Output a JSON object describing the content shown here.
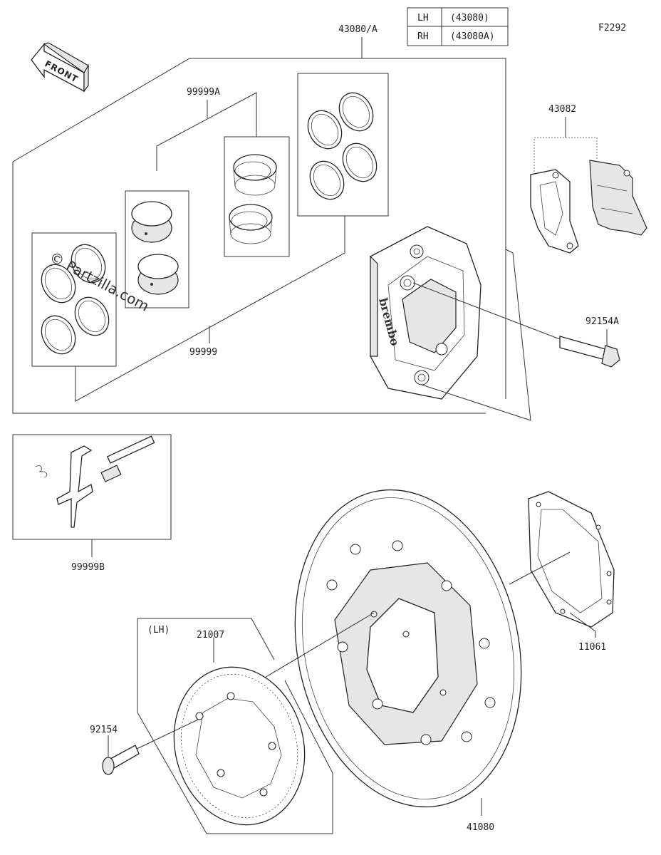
{
  "figure_code": "F2292",
  "front_label": "FRONT",
  "side_table": [
    {
      "side": "LH",
      "code": "(43080)"
    },
    {
      "side": "RH",
      "code": "(43080A)"
    }
  ],
  "labels": {
    "caliper_assembly": "43080/A",
    "seal_kit_a": "99999A",
    "piston_seal_kit": "99999",
    "pads": "43082",
    "caliper_bolt": "92154A",
    "pin_kit": "99999B",
    "disc_ring": "21007",
    "disc_ring_side": "(LH)",
    "disc_ring_bolt": "92154",
    "brake_disc": "41080",
    "gasket": "11061"
  },
  "watermark": "© Partzilla.com",
  "brand_mark": "brembo"
}
